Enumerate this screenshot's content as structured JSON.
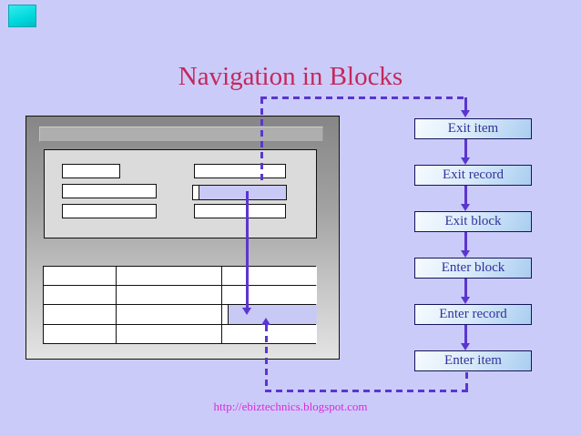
{
  "slide": {
    "title": "Navigation in Blocks",
    "footer_url": "http://ebiztechnics.blogspot.com",
    "background_color": "#cbcbfa",
    "title_color": "#c4285a",
    "footer_color": "#d92ad9",
    "connector_color": "#5a36cf",
    "corner_decoration_color": "#00d8dd",
    "window_highlight_color": "#c9c9f6"
  },
  "flow": {
    "text_color": "#32329b",
    "border_color": "#14145a",
    "fill_from": "#f6fbff",
    "fill_to": "#a9cdf0",
    "boxes": [
      {
        "label": "Exit item"
      },
      {
        "label": "Exit record"
      },
      {
        "label": "Exit block"
      },
      {
        "label": "Enter block"
      },
      {
        "label": "Enter record"
      },
      {
        "label": "Enter item"
      }
    ]
  }
}
